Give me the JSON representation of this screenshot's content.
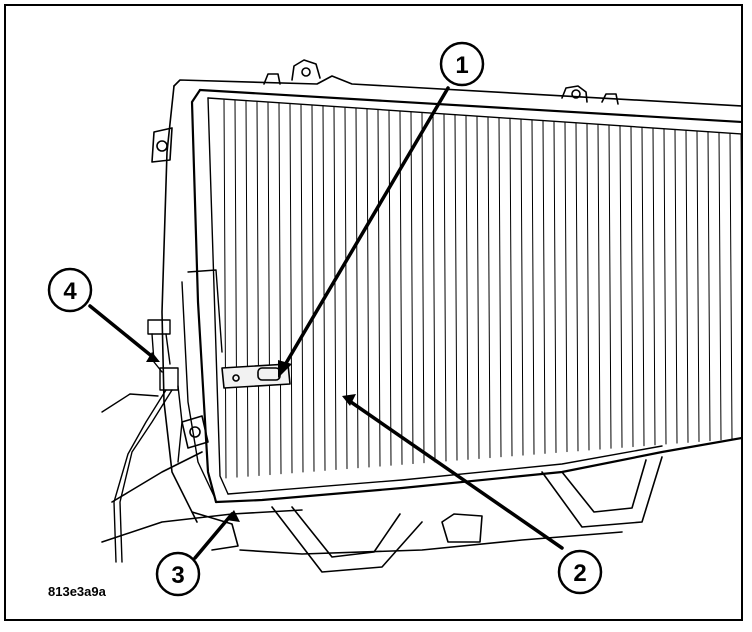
{
  "figure": {
    "id_label": "813e3a9a",
    "callouts": [
      {
        "number": "1"
      },
      {
        "number": "2"
      },
      {
        "number": "3"
      },
      {
        "number": "4"
      }
    ]
  },
  "colors": {
    "line": "#000000",
    "background": "#ffffff",
    "fill": "#f2f2f2"
  }
}
